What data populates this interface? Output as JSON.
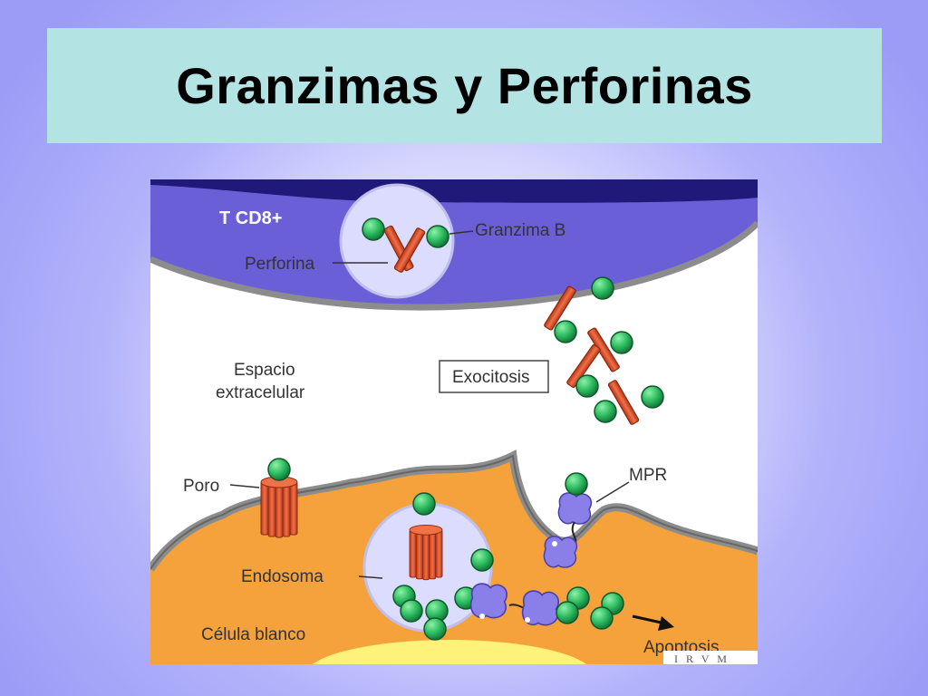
{
  "slide": {
    "title": "Granzimas y Perforinas"
  },
  "diagram": {
    "labels": {
      "tcell": "T CD8+",
      "granzyme": "Granzima B",
      "perforin": "Perforina",
      "extracellular_line1": "Espacio",
      "extracellular_line2": "extracelular",
      "exocytosis": "Exocitosis",
      "pore": "Poro",
      "mpr": "MPR",
      "endosome": "Endosoma",
      "target_cell": "Célula blanco",
      "apoptosis": "Apoptosis",
      "watermark": "I R V M"
    },
    "colors": {
      "tcell": "#6b5fd8",
      "membrane": "#8c8c8c",
      "target_cell": "#f5a23c",
      "nucleus": "#fff27a",
      "vesicle": "#dcdcff",
      "perforin": "#e8572c",
      "granzyme": "#2fbf63",
      "receptor": "#8a7fe8"
    }
  }
}
